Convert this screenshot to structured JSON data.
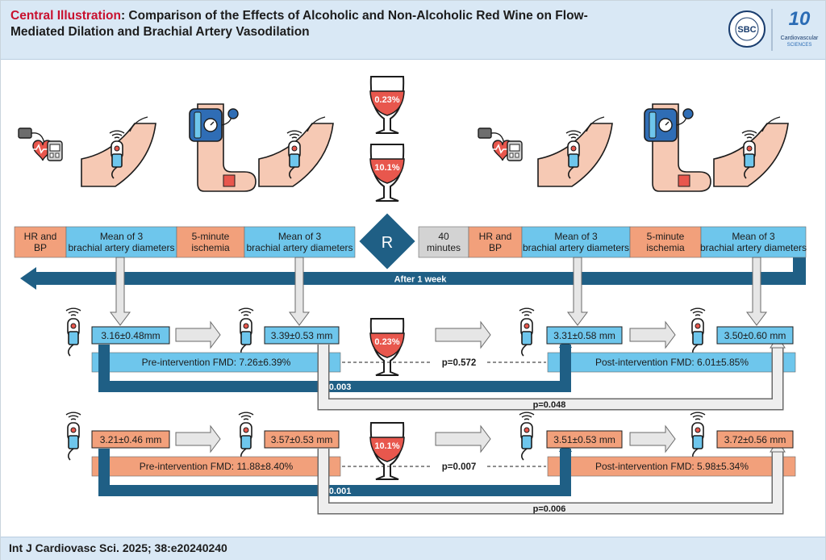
{
  "header": {
    "title_lead": "Central Illustration",
    "title_rest": ": Comparison of the Effects of Alcoholic and Non-Alcoholic Red Wine on Flow-Mediated Dilation and Brachial Artery Vasodilation",
    "logo_sbc": "SBC",
    "logo_journal_line1": "Cardiovascular",
    "logo_journal_line2": "SCIENCES"
  },
  "top_glasses": [
    "0.23%",
    "10.1%"
  ],
  "timeline": {
    "steps": [
      "HR and BP",
      "Mean of 3 brachial artery diameters",
      "5-minute ischemia",
      "Mean of 3 brachial artery diameters",
      "40 minutes",
      "HR and BP",
      "Mean of 3 brachial artery diameters",
      "5-minute ischemia",
      "Mean of 3 brachial artery diameters"
    ],
    "randomization": "R",
    "after_week": "After 1 week"
  },
  "group_023": {
    "glass": "0.23%",
    "pre_baseline": "3.16±0.48mm",
    "pre_post_ischemia": "3.39±0.53 mm",
    "post_baseline": "3.31±0.58 mm",
    "post_post_ischemia": "3.50±0.60 mm",
    "pre_fmd": "Pre-intervention FMD: 7.26±6.39%",
    "post_fmd": "Post-intervention FMD: 6.01±5.85%",
    "p_fmd": "p=0.572",
    "p_baseline": "p=0.003",
    "p_post_ischemia": "p=0.048"
  },
  "group_101": {
    "glass": "10.1%",
    "pre_baseline": "3.21±0.46 mm",
    "pre_post_ischemia": "3.57±0.53 mm",
    "post_baseline": "3.51±0.53 mm",
    "post_post_ischemia": "3.72±0.56 mm",
    "pre_fmd": "Pre-intervention FMD: 11.88±8.40%",
    "post_fmd": "Post-intervention FMD: 5.98±5.34%",
    "p_fmd": "p=0.007",
    "p_baseline": "p<0.001",
    "p_post_ischemia": "p=0.006"
  },
  "footer": {
    "citation": "Int J Cardiovasc Sci. 2025; 38:e20240240"
  },
  "colors": {
    "blue": "#6ec6ec",
    "salmon": "#f2a07b",
    "navy": "#1f5f85",
    "grey": "#d3d3d3",
    "wine": "#e8574d"
  }
}
